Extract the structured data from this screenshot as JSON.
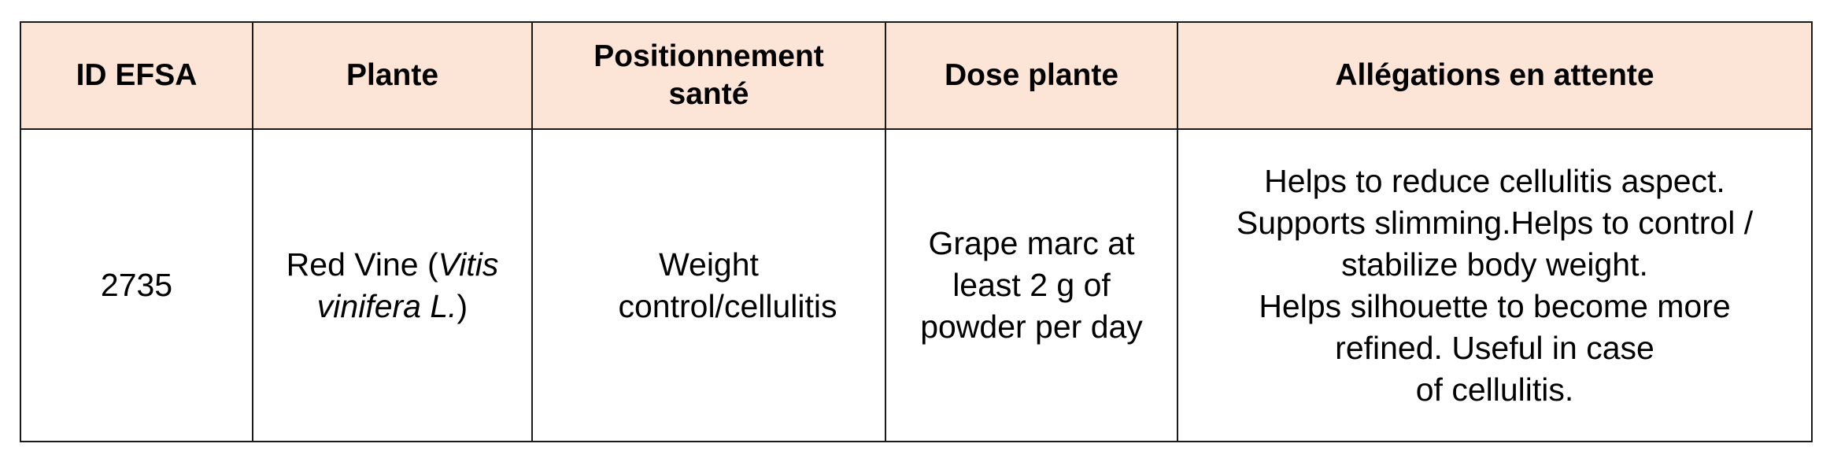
{
  "header_color": "#fce4d6",
  "headers": [
    "ID EFSA",
    "Plante",
    "Positionnement santé",
    "Dose plante",
    "Allégations en attente"
  ],
  "row": {
    "id": "2735",
    "plante": {
      "common": "Red Vine (",
      "latin": "Vitis vinifera L.",
      "close": ")"
    },
    "positionnement": "Weight control/cellulitis",
    "dose": "Grape marc at least 2 g of powder per day",
    "allegations": [
      "Helps to reduce cellulitis aspect.",
      "Supports slimming.Helps to control /",
      "stabilize body weight.",
      "Helps silhouette to become more",
      "refined. Useful in case",
      "of cellulitis."
    ]
  }
}
